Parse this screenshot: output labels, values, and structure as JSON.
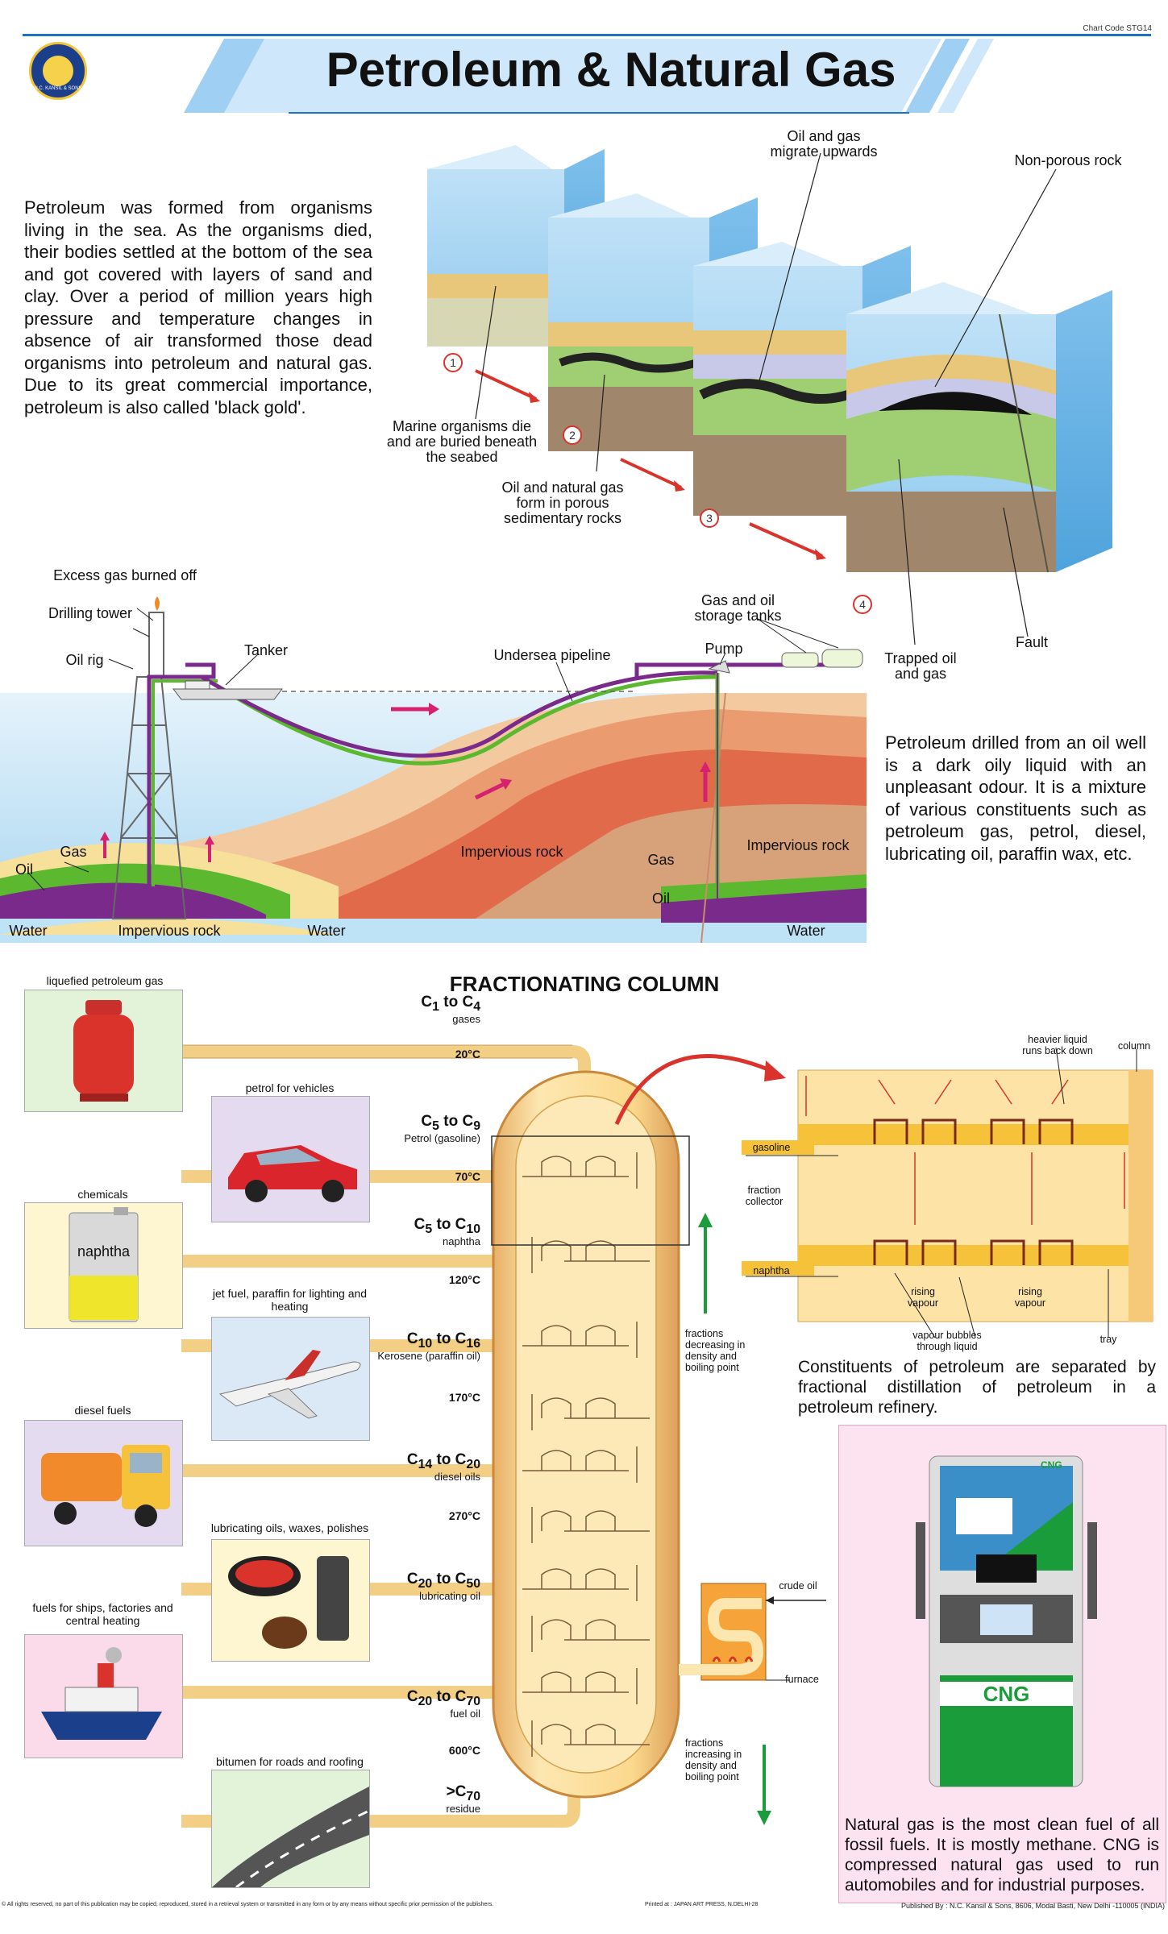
{
  "header": {
    "title": "Petroleum & Natural Gas",
    "chart_code": "Chart Code STG14",
    "logo_text": "N.C. KANSIL & SONS"
  },
  "formation": {
    "paragraph": "Petroleum was formed from organisms living in the sea. As the organisms died, their bodies settled at the bottom of the sea and got covered with layers of sand and clay. Over a period of million years high pressure and temperature changes in absence of air transformed those dead organisms into petroleum and natural gas. Due to its great commercial importance, petroleum is also called 'black gold'.",
    "labels": {
      "migrate": "Oil and gas migrate upwards",
      "non_porous": "Non-porous rock",
      "marine": "Marine organisms die and are buried beneath the seabed",
      "porous": "Oil and natural gas form in porous sedimentary rocks",
      "trapped": "Trapped oil and gas",
      "fault": "Fault"
    },
    "steps": [
      "1",
      "2",
      "3",
      "4"
    ]
  },
  "drilling": {
    "labels": {
      "excess_gas": "Excess gas burned off",
      "drilling_tower": "Drilling tower",
      "oil_rig": "Oil rig",
      "tanker": "Tanker",
      "pipeline": "Undersea pipeline",
      "storage": "Gas and oil storage tanks",
      "pump": "Pump",
      "gas_left": "Gas",
      "oil_left": "Oil",
      "water_left": "Water",
      "impervious_bottom": "Impervious rock",
      "water_mid": "Water",
      "impervious_mid": "Impervious rock",
      "gas_right": "Gas",
      "oil_right": "Oil",
      "impervious_right": "Impervious rock",
      "water_right": "Water"
    },
    "paragraph": "Petroleum drilled from an oil well is a dark oily liquid with an unpleasant odour. It is a mixture of various constituents such as petroleum gas, petrol, diesel, lubricating oil, paraffin wax, etc."
  },
  "fractionating": {
    "title": "FRACTIONATING COLUMN",
    "products": [
      {
        "label": "liquefied petroleum gas",
        "image": "lpg-cylinder"
      },
      {
        "label": "petrol for vehicles",
        "image": "car"
      },
      {
        "label": "chemicals",
        "image": "naphtha-can",
        "can_text": "naphtha"
      },
      {
        "label": "jet fuel, paraffin for lighting and heating",
        "image": "aeroplane"
      },
      {
        "label": "diesel fuels",
        "image": "truck"
      },
      {
        "label": "lubricating oils, waxes, polishes",
        "image": "polish-and-oil"
      },
      {
        "label": "fuels for ships, factories and central heating",
        "image": "ship"
      },
      {
        "label": "bitumen for roads and roofing",
        "image": "road"
      }
    ],
    "fractions": [
      {
        "formula_a": "C",
        "sub_a": "1",
        "mid": " to C",
        "sub_b": "4",
        "name": "gases",
        "temp": "20°C"
      },
      {
        "formula_a": "C",
        "sub_a": "5",
        "mid": " to C",
        "sub_b": "9",
        "name": "Petrol (gasoline)",
        "temp": "70°C"
      },
      {
        "formula_a": "C",
        "sub_a": "5",
        "mid": " to C",
        "sub_b": "10",
        "name": "naphtha",
        "temp": "120°C"
      },
      {
        "formula_a": "C",
        "sub_a": "10",
        "mid": " to C",
        "sub_b": "16",
        "name": "Kerosene (paraffin oil)",
        "temp": "170°C"
      },
      {
        "formula_a": "C",
        "sub_a": "14",
        "mid": " to C",
        "sub_b": "20",
        "name": "diesel oils",
        "temp": "270°C"
      },
      {
        "formula_a": "C",
        "sub_a": "20",
        "mid": " to C",
        "sub_b": "50",
        "name": "lubricating oil",
        "temp": ""
      },
      {
        "formula_a": "C",
        "sub_a": "20",
        "mid": " to C",
        "sub_b": "70",
        "name": "fuel oil",
        "temp": "600°C"
      },
      {
        "formula_a": ">C",
        "sub_a": "70",
        "mid": "",
        "sub_b": "",
        "name": "residue",
        "temp": ""
      }
    ],
    "decreasing": "fractions decreasing in density and boiling point",
    "increasing": "fractions increasing in density and boiling point",
    "crude_oil": "crude oil",
    "furnace": "furnace",
    "detail_labels": {
      "heavier": "heavier liquid runs back down",
      "column": "column",
      "gasoline": "gasoline",
      "fraction_collector": "fraction collector",
      "naphtha": "naphtha",
      "rising_vapour_1": "rising vapour",
      "rising_vapour_2": "rising vapour",
      "vapour_bubbles": "vapour bubbles through liquid",
      "tray": "tray"
    },
    "caption": "Constituents of petroleum are separated by fractional distillation of petroleum in a petroleum refinery."
  },
  "cng": {
    "sign_small": "CNG",
    "sign_big": "CNG",
    "paragraph": "Natural gas is the most clean fuel of all fossil fuels. It is mostly methane. CNG is compressed natural gas used to run automobiles and for industrial purposes."
  },
  "footer": {
    "rights": "© All rights reserved, no part of this publication may be copied, reproduced, stored in a retrieval system or transmitted in any form or by any means without specific prior permission of the publishers.",
    "printed": "Printed at : JAPAN ART PRESS, N.DELHI-28",
    "published": "Published By : N.C. Kansil & Sons, 8606, Modal Basti, New Delhi -110005 (INDIA)"
  },
  "colors": {
    "accent_blue": "#1e73be",
    "pipe_yellow": "#f2cf85",
    "pipe_purple": "#7a2a8a",
    "pipe_green": "#5cb82e",
    "arrow_red": "#d9332b",
    "arrow_magenta": "#d6216e",
    "arrow_green": "#1a9c3a",
    "cng_panel": "#fde3ef"
  }
}
